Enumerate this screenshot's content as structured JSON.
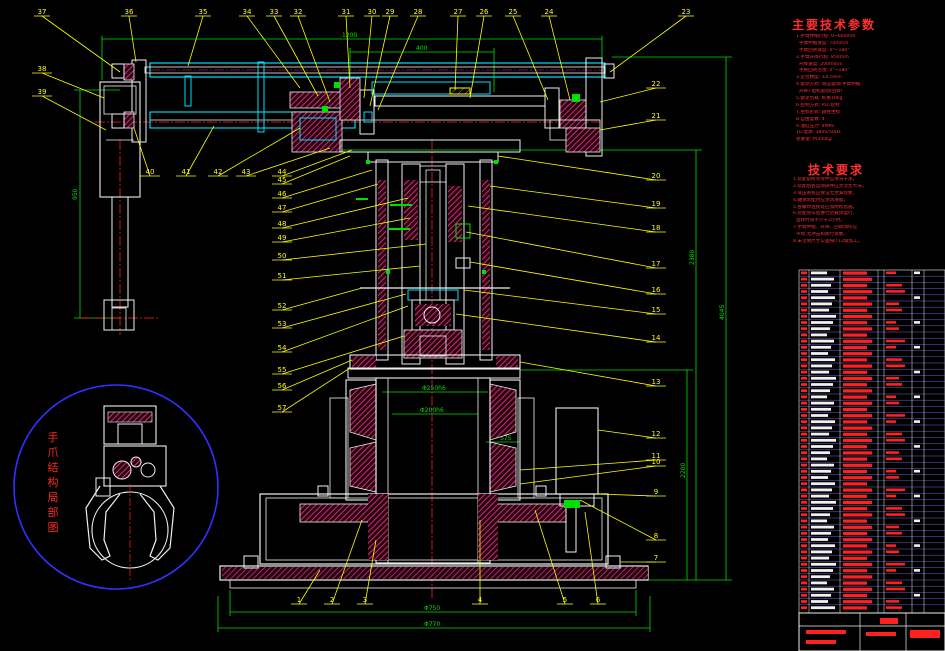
{
  "callouts": {
    "top": [
      "37",
      "36",
      "35",
      "34",
      "33",
      "32",
      "31",
      "30",
      "29",
      "28",
      "27",
      "26",
      "25",
      "24",
      "23"
    ],
    "left": [
      "38",
      "39",
      "40",
      "41",
      "42",
      "43",
      "44",
      "45",
      "46",
      "47",
      "48",
      "49",
      "50",
      "51",
      "52",
      "53",
      "54",
      "55",
      "56",
      "57"
    ],
    "right": [
      "22",
      "21",
      "20",
      "19",
      "18",
      "17",
      "16",
      "15",
      "14",
      "13",
      "12",
      "11",
      "10",
      "9",
      "8",
      "7"
    ],
    "bottom": [
      "1",
      "2",
      "3",
      "4",
      "5",
      "6"
    ]
  },
  "params": {
    "title": "主要技术参数",
    "lines": [
      "1.手臂伸缩行程: 0~600mm",
      "  手臂伸缩速度: 70mm/s",
      "  手臂回转速度: 0°~180°",
      "2.手臂升降行程: 850mm",
      "  升降速度: 200mm/s",
      "  手腕回转范围: 0°~180°",
      "3.定位精度: ±0.5mm",
      "4.驱动方式: 液压驱动(手臂伸缩",
      "  升降) 电机驱动(回转)",
      "5.额定负载: 抓重10kg",
      "6.控制方式: PLC控制",
      "7.坐标形式: 圆柱坐标",
      "8.自由度数: 4",
      "9.油缸压力: 4MPa",
      "10.电源: 380V/50Hz",
      "总重量: 约350kg"
    ]
  },
  "reqs": {
    "title": "技术要求",
    "lines": [
      "1.装配前所有零件应清洗干净。",
      "2.装配后各运动部件应灵活无卡滞。",
      "3.液压系统应保证无泄漏现象。",
      "4.轴承装配时应涂润滑脂。",
      "5.各螺纹连接处应加防松措施。",
      "6.装配完毕后进行空载试运行,",
      "  运转时间不少于2小时。",
      "7.手臂伸缩、升降、回转动作应",
      "  平稳,无冲击和爬行现象。",
      "8.未注明尺寸公差按IT12级加工。"
    ]
  },
  "detail_label": "手爪结构局部图",
  "dims": {
    "top_a": "1200",
    "top_b": "400",
    "left_v": "950",
    "right_upper": "2380",
    "right_full": "4045",
    "right_lower": "2200",
    "phi1": "Φ250h6",
    "phi2": "Φ200h6",
    "phi3": "Φ750",
    "phi4": "Φ770",
    "s": "S75"
  },
  "colors": {
    "bg": "#000000",
    "cyan": "#00e0ff",
    "green": "#00e000",
    "yellow": "#ffff00",
    "red": "#ff2020",
    "magenta": "#e8408a",
    "blue": "#3030ff",
    "white": "#f0f0f0"
  }
}
